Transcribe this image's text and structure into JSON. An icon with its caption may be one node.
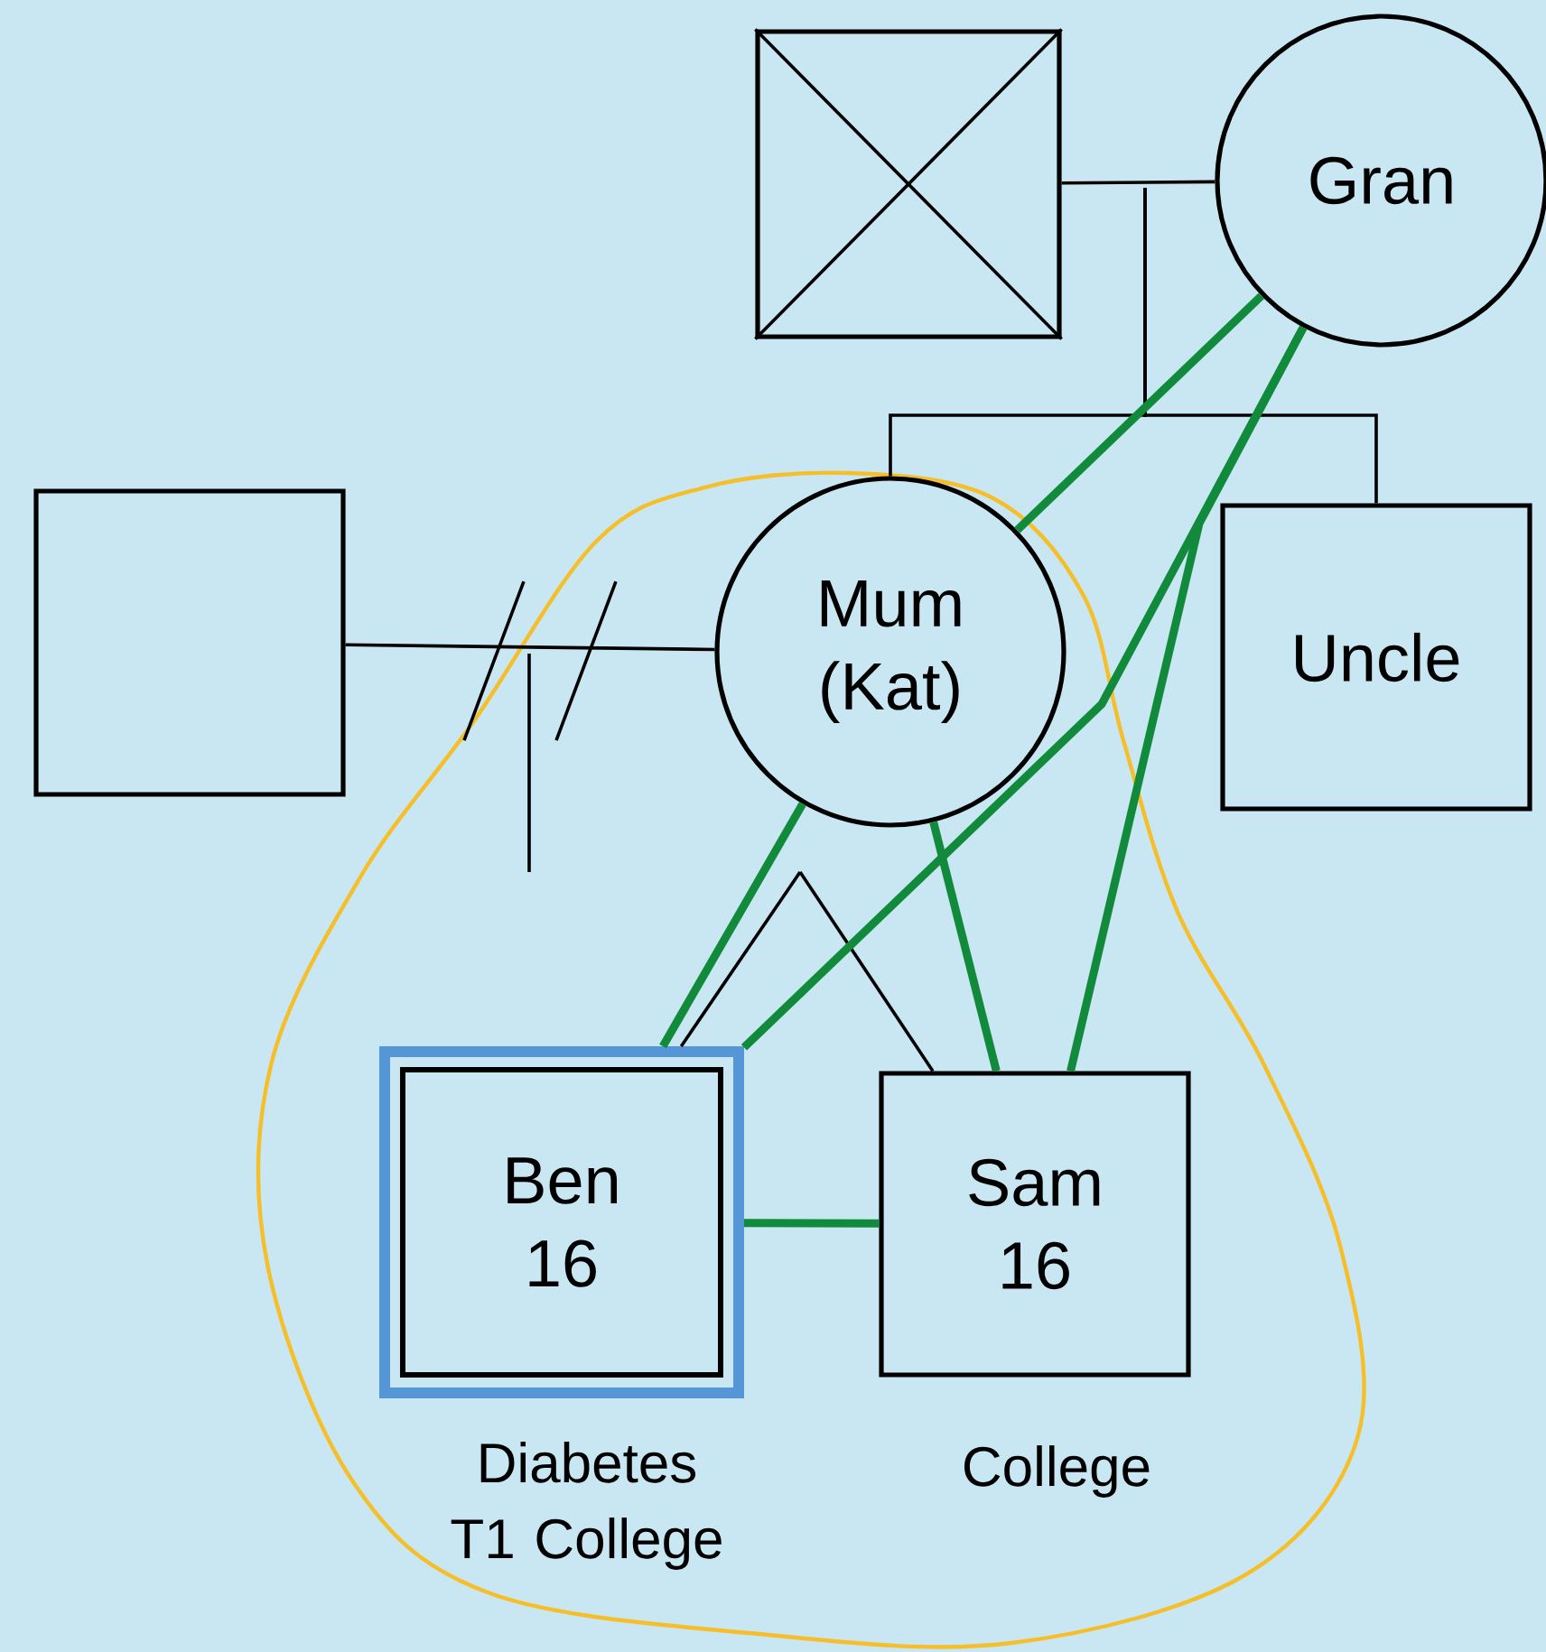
{
  "diagram": {
    "nodes": [
      {
        "text": [],
        "shape": "box"
      },
      {
        "text": [
          "Gran"
        ]
      },
      {
        "text": [],
        "shape": "box"
      },
      {
        "text": [
          "Mum (Kat)"
        ]
      },
      {
        "text": [
          "Uncle"
        ]
      },
      {
        "text": [
          "Ben 16"
        ],
        "beside": [
          "Diabetes T1 College"
        ]
      },
      {
        "text": [
          "Sam 16"
        ],
        "beside": [
          "College"
        ]
      }
    ],
    "edges": [
      {
        "from": 0,
        "to": 1,
        "arrow": "none"
      },
      {
        "from": 2,
        "to": 3,
        "arrow": "none"
      },
      {
        "from": null,
        "to": 3,
        "arrow": "none"
      },
      {
        "from": null,
        "to": 4,
        "arrow": "none"
      },
      {
        "from": null,
        "to": 5,
        "arrow": "none"
      },
      {
        "from": null,
        "to": 6,
        "arrow": "none"
      },
      {
        "from": 1,
        "to": 3,
        "arrow": "none",
        "style": "thick",
        "color": "#128a3c"
      },
      {
        "from": 1,
        "to": 5,
        "arrow": "none",
        "style": "thick",
        "color": "#128a3c"
      },
      {
        "from": 1,
        "to": 6,
        "arrow": "none",
        "style": "thick",
        "color": "#128a3c"
      },
      {
        "from": 3,
        "to": 5,
        "arrow": "none",
        "style": "thick",
        "color": "#128a3c"
      },
      {
        "from": 3,
        "to": 6,
        "arrow": "none",
        "style": "thick",
        "color": "#128a3c"
      },
      {
        "from": 5,
        "to": 6,
        "arrow": "none",
        "style": "thick",
        "color": "#128a3c"
      }
    ]
  }
}
